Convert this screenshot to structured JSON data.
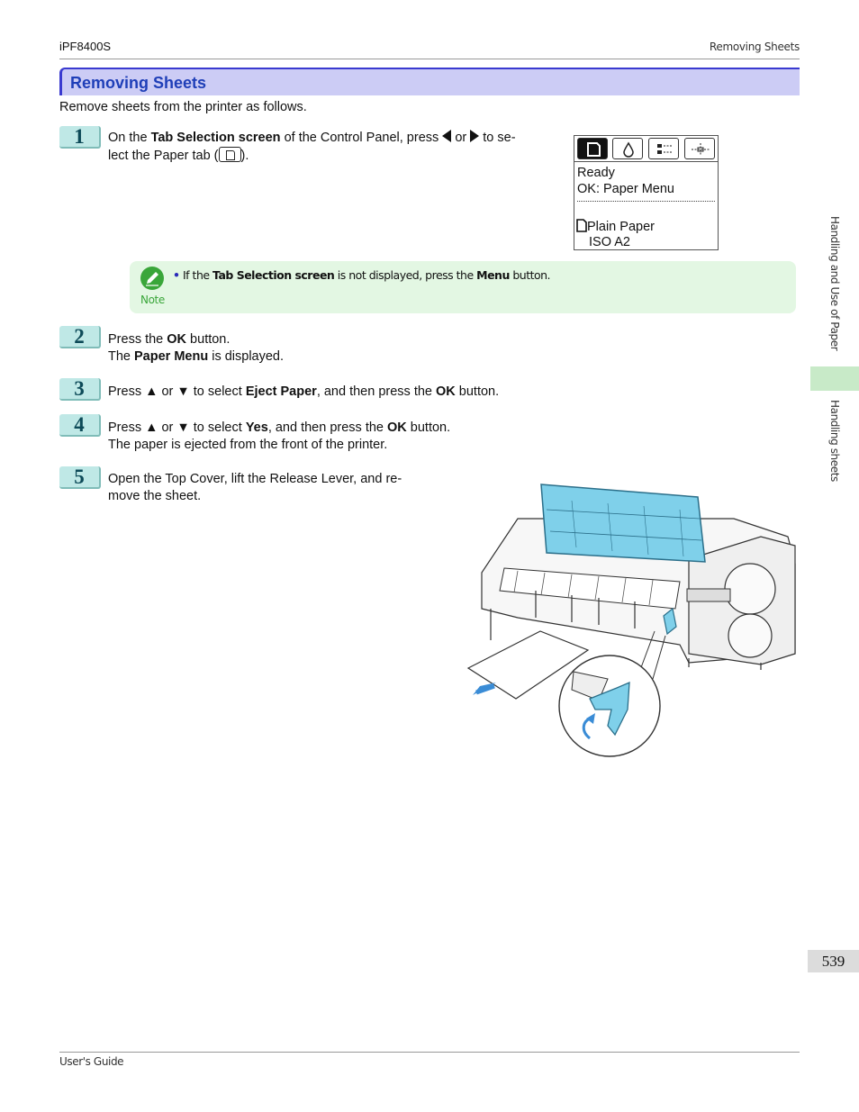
{
  "header": {
    "model": "iPF8400S",
    "section": "Removing Sheets"
  },
  "title": "Removing Sheets",
  "intro": "Remove sheets from the printer as follows.",
  "steps": [
    {
      "num": "1",
      "line1_a": "On the ",
      "line1_b": "Tab Selection screen",
      "line1_c": " of the Control Panel, press ",
      "line1_or": " or ",
      "line1_d": " to se-",
      "line2_a": "lect the Paper tab (",
      "line2_b": ")."
    },
    {
      "num": "2",
      "line1_a": "Press the ",
      "line1_b": "OK",
      "line1_c": " button.",
      "line2_a": "The ",
      "line2_b": "Paper Menu",
      "line2_c": " is displayed."
    },
    {
      "num": "3",
      "line1_a": "Press ▲ or ▼ to select ",
      "line1_b": "Eject Paper",
      "line1_c": ", and then press the ",
      "line1_d": "OK",
      "line1_e": " button."
    },
    {
      "num": "4",
      "line1_a": "Press ▲ or ▼ to select ",
      "line1_b": "Yes",
      "line1_c": ", and then press the ",
      "line1_d": "OK",
      "line1_e": " button.",
      "line2": "The paper is ejected from the front of the printer."
    },
    {
      "num": "5",
      "line1": "Open the Top Cover, lift the Release Lever, and re-",
      "line2": "move the sheet."
    }
  ],
  "panel": {
    "line1": "Ready",
    "line2": "OK: Paper Menu",
    "line3": "Plain Paper",
    "line4": "ISO A2"
  },
  "note": {
    "label": "Note",
    "bullet": "•",
    "a": "If the ",
    "b": "Tab Selection screen",
    "c": " is not displayed, press the ",
    "d": "Menu",
    "e": " button."
  },
  "side": {
    "chapter": "Handling and Use of Paper",
    "topic": "Handling sheets"
  },
  "page_number": "539",
  "footer": "User's Guide",
  "colors": {
    "title_bg": "#ccccf5",
    "title_text": "#1f3fb8",
    "step_bg": "#bfe8e6",
    "note_bg": "#e3f7e3",
    "printer_cover": "#7fd0ea"
  }
}
